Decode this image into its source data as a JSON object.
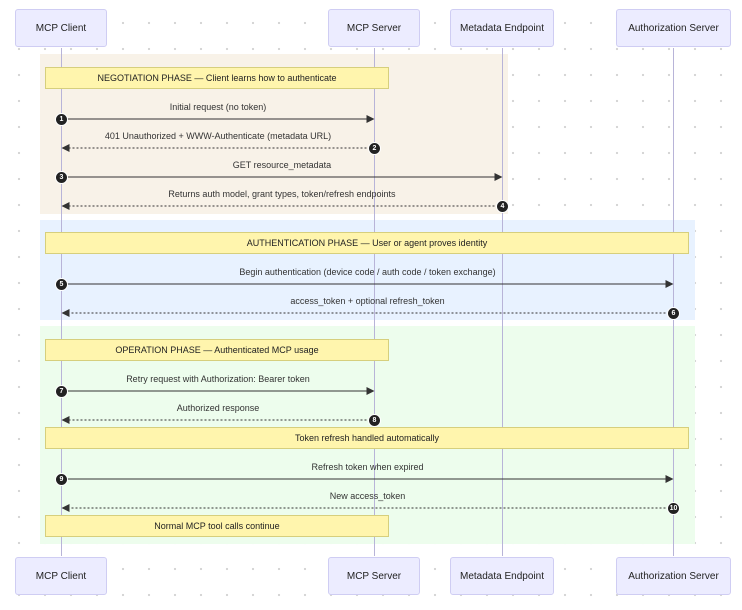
{
  "participants": [
    {
      "id": "client",
      "label": "MCP Client"
    },
    {
      "id": "server",
      "label": "MCP Server"
    },
    {
      "id": "meta",
      "label": "Metadata Endpoint"
    },
    {
      "id": "auth",
      "label": "Authorization Server"
    }
  ],
  "phases": [
    {
      "id": "negotiation",
      "color": "#f8f2e8"
    },
    {
      "id": "authentication",
      "color": "#e8f2ff"
    },
    {
      "id": "operation",
      "color": "#edfded"
    }
  ],
  "notes": [
    {
      "id": "negotiation-note",
      "text": "NEGOTIATION PHASE — Client learns how to authenticate"
    },
    {
      "id": "authentication-note",
      "text": "AUTHENTICATION PHASE — User or agent proves identity"
    },
    {
      "id": "operation-note",
      "text": "OPERATION PHASE — Authenticated MCP usage"
    },
    {
      "id": "refresh-note",
      "text": "Token refresh handled automatically"
    },
    {
      "id": "continue-note",
      "text": "Normal MCP tool calls continue"
    }
  ],
  "messages": [
    {
      "n": "1",
      "from": "client",
      "to": "server",
      "style": "solid",
      "label": "Initial request (no token)"
    },
    {
      "n": "2",
      "from": "server",
      "to": "client",
      "style": "dotted",
      "label": "401 Unauthorized + WWW-Authenticate (metadata URL)"
    },
    {
      "n": "3",
      "from": "client",
      "to": "meta",
      "style": "solid",
      "label": "GET resource_metadata"
    },
    {
      "n": "4",
      "from": "meta",
      "to": "client",
      "style": "dotted",
      "label": "Returns auth model, grant types, token/refresh endpoints"
    },
    {
      "n": "5",
      "from": "client",
      "to": "auth",
      "style": "solid",
      "label": "Begin authentication (device code / auth code / token exchange)"
    },
    {
      "n": "6",
      "from": "auth",
      "to": "client",
      "style": "dotted",
      "label": "access_token + optional refresh_token"
    },
    {
      "n": "7",
      "from": "client",
      "to": "server",
      "style": "solid",
      "label": "Retry request with Authorization: Bearer token"
    },
    {
      "n": "8",
      "from": "server",
      "to": "client",
      "style": "dotted",
      "label": "Authorized response"
    },
    {
      "n": "9",
      "from": "client",
      "to": "auth",
      "style": "solid",
      "label": "Refresh token when expired"
    },
    {
      "n": "10",
      "from": "auth",
      "to": "client",
      "style": "dotted",
      "label": "New access_token"
    }
  ]
}
